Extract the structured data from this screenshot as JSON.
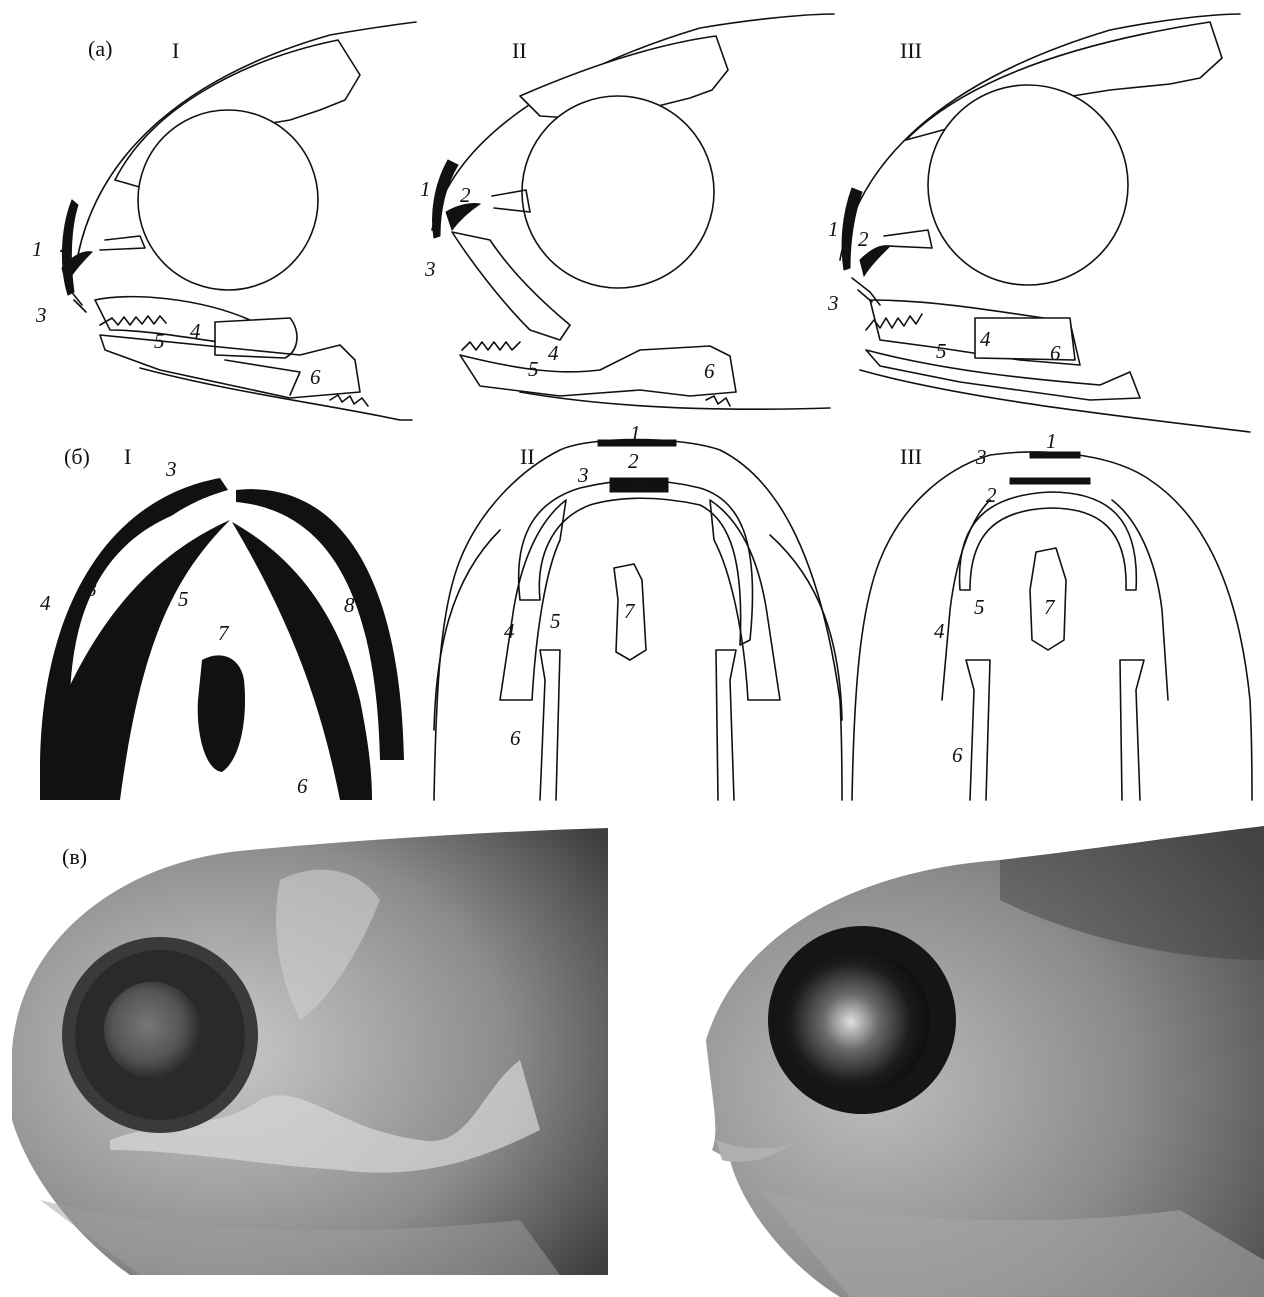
{
  "figure": {
    "panel_a": {
      "tag": "(а)",
      "columns": [
        "I",
        "II",
        "III"
      ],
      "labels": [
        "1",
        "2",
        "3",
        "4",
        "5",
        "6"
      ]
    },
    "panel_b": {
      "tag": "(б)",
      "columns": [
        "I",
        "II",
        "III"
      ],
      "labels_I": [
        "3",
        "4",
        "5",
        "6",
        "7",
        "8",
        "8"
      ],
      "labels_II": [
        "1",
        "2",
        "3",
        "4",
        "5",
        "6",
        "7"
      ],
      "labels_III": [
        "1",
        "2",
        "3",
        "4",
        "5",
        "6",
        "7"
      ]
    },
    "panel_c": {
      "tag": "(в)"
    }
  },
  "colors": {
    "ink": "#111111",
    "photo_background": "#2b2b2b",
    "fish_skin_light": "#b8b8b8",
    "fish_skin_dark": "#6a6a6a"
  }
}
